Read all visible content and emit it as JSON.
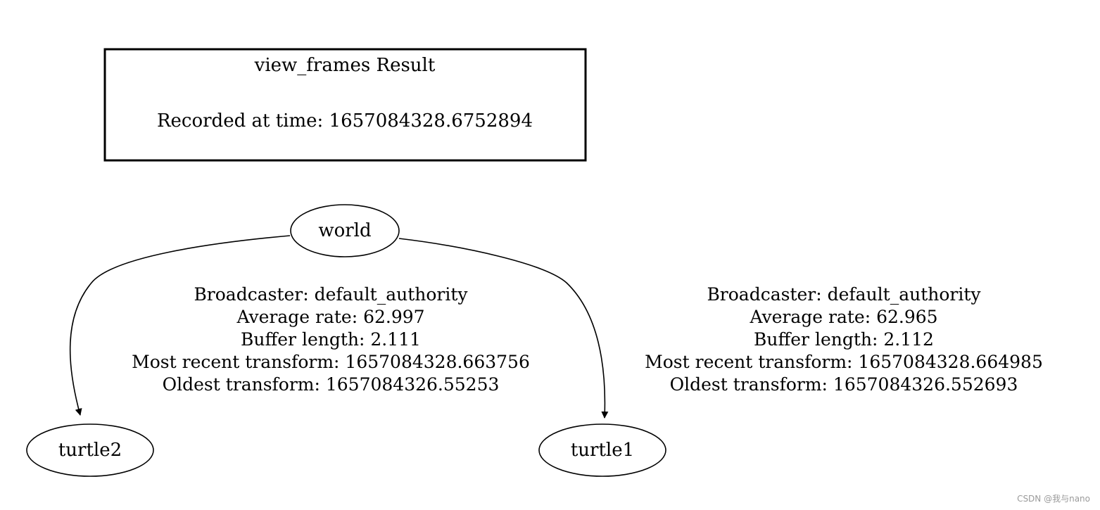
{
  "legend": {
    "title": "view_frames Result",
    "recorded": "Recorded at time: 1657084328.6752894"
  },
  "nodes": {
    "world": "world",
    "turtle2": "turtle2",
    "turtle1": "turtle1"
  },
  "edges": [
    {
      "from": "world",
      "to": "turtle2",
      "lines": [
        "Broadcaster: default_authority",
        "Average rate: 62.997",
        "Buffer length: 2.111",
        "Most recent transform: 1657084328.663756",
        "Oldest transform: 1657084326.55253"
      ]
    },
    {
      "from": "world",
      "to": "turtle1",
      "lines": [
        "Broadcaster: default_authority",
        "Average rate: 62.965",
        "Buffer length: 2.112",
        "Most recent transform: 1657084328.664985",
        "Oldest transform: 1657084326.552693"
      ]
    }
  ],
  "watermark": "CSDN @我与nano",
  "colors": {
    "stroke": "#000000",
    "background": "#ffffff",
    "watermark": "#9a9a9a"
  }
}
